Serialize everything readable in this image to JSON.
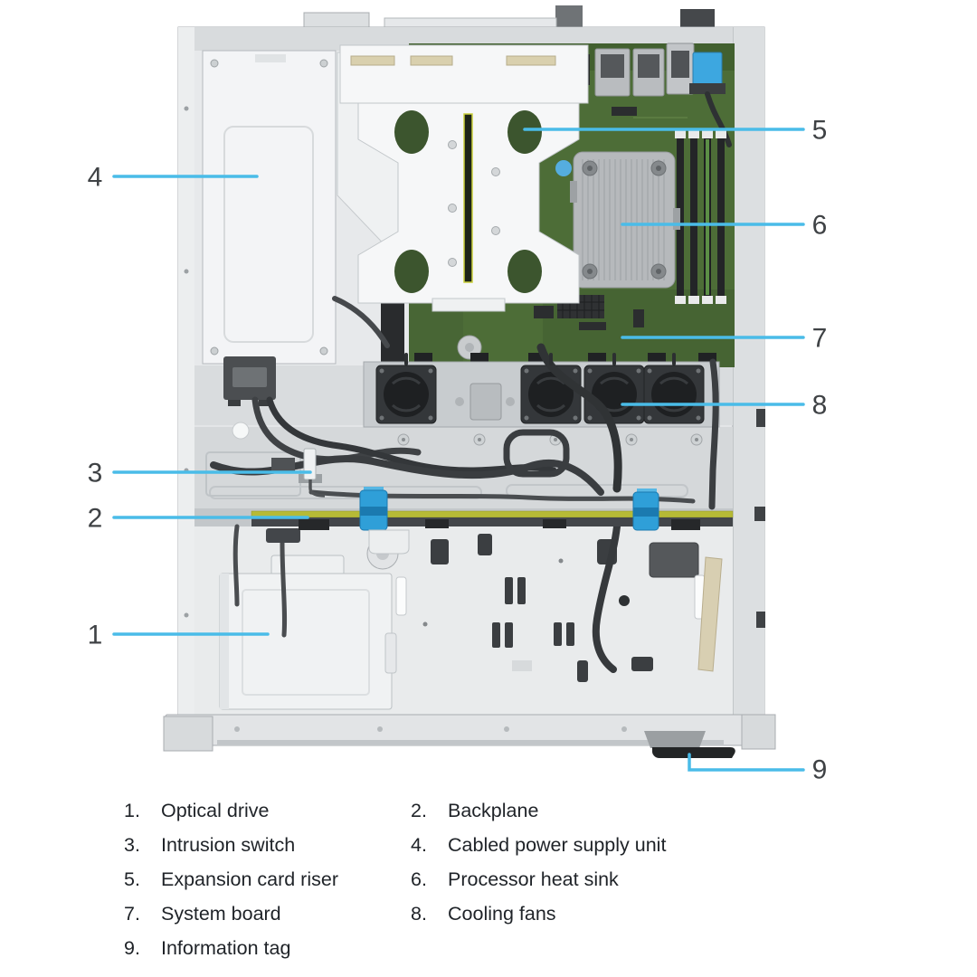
{
  "figure": {
    "callout_numbers": [
      "1",
      "2",
      "3",
      "4",
      "5",
      "6",
      "7",
      "8",
      "9"
    ]
  },
  "legend": {
    "items": [
      {
        "num": "1.",
        "label": "Optical drive"
      },
      {
        "num": "2.",
        "label": "Backplane"
      },
      {
        "num": "3.",
        "label": "Intrusion switch"
      },
      {
        "num": "4.",
        "label": "Cabled power supply unit"
      },
      {
        "num": "5.",
        "label": "Expansion card riser"
      },
      {
        "num": "6.",
        "label": "Processor heat sink"
      },
      {
        "num": "7.",
        "label": "System board"
      },
      {
        "num": "8.",
        "label": "Cooling fans"
      },
      {
        "num": "9.",
        "label": "Information tag"
      }
    ]
  },
  "colors": {
    "callout_line": "#4ABCE8",
    "latch_blue": "#2F9FD8",
    "connector_blue": "#3DA7E0",
    "pcb_green": "#4D6D37",
    "backplane_yellow": "#B6BA36",
    "heatsink_gray": "#B6B9BC",
    "chassis_gray": "#E3E5E7",
    "info_tag_black": "#232526",
    "text": "#1F2328"
  }
}
